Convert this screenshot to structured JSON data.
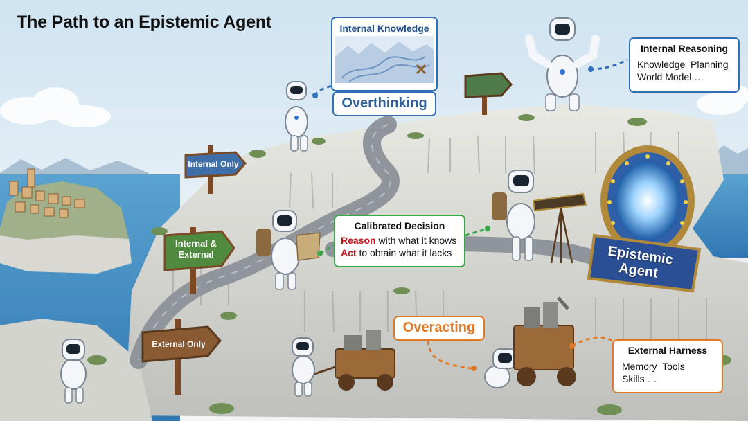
{
  "title": "The Path to an Epistemic Agent",
  "signs": {
    "internal_only": "Internal Only",
    "internal_external": "Internal & External",
    "external_only": "External Only"
  },
  "internal_knowledge": {
    "title": "Internal Knowledge"
  },
  "overthinking": "Overthinking",
  "internal_reasoning": {
    "title": "Internal Reasoning",
    "line1": "Knowledge  Planning",
    "line2": "World Model …"
  },
  "calibrated_decision": {
    "title": "Calibrated Decision",
    "reason_word": "Reason",
    "reason_rest": " with what it knows",
    "act_word": "Act",
    "act_rest": " to obtain what it lacks"
  },
  "epistemic_agent": {
    "line1": "Epistemic",
    "line2": "Agent"
  },
  "overacting": "Overacting",
  "external_harness": {
    "title": "External Harness",
    "line1": "Memory  Tools",
    "line2": "Skills …"
  },
  "colors": {
    "internal": "#2e6fb8",
    "calibrated": "#3aa84a",
    "external": "#e07a2a",
    "emphasis_red": "#c0161b",
    "sign_blue": "#3e6fa8",
    "sign_green": "#4f8a3e",
    "sign_brown": "#8a5a32"
  }
}
